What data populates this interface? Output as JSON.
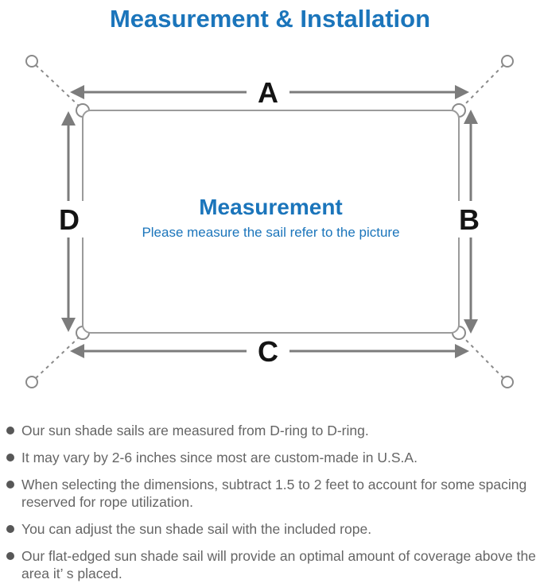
{
  "colors": {
    "accent-blue": "#1b75bb",
    "diagram-line": "#7c7c7c",
    "sail-border": "#9b9b9b",
    "ring-line": "#8a8a8a",
    "label-black": "#141414",
    "note-text": "#656565",
    "bullet-gray": "#575757",
    "background": "#ffffff"
  },
  "header": {
    "title": "Measurement & Installation"
  },
  "diagram": {
    "labels": {
      "top": "A",
      "right": "B",
      "bottom": "C",
      "left": "D"
    },
    "center": {
      "title": "Measurement",
      "subtitle": "Please measure the sail refer to the picture"
    }
  },
  "notes": {
    "items": [
      "Our sun shade sails are measured from D-ring to D-ring.",
      "It may vary by 2-6 inches since most are custom-made in U.S.A.",
      "When selecting the dimensions, subtract 1.5 to 2 feet to account for some spacing reserved for rope utilization.",
      "You can adjust the sun shade sail with the included rope.",
      "Our flat-edged sun shade sail will provide an optimal amount of coverage above the area it’ s placed."
    ]
  }
}
